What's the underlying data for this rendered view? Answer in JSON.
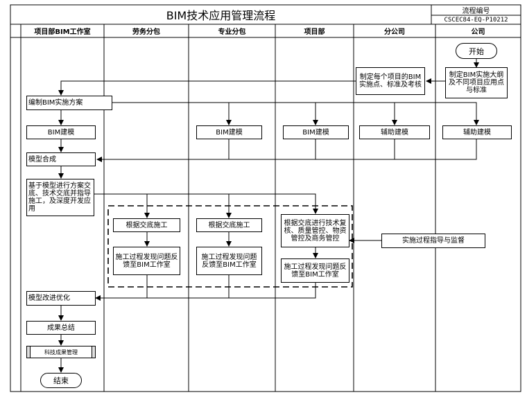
{
  "title": "BIM技术应用管理流程",
  "code_label": "流程编号",
  "code_value": "CSCEC84-EQ-P10212",
  "lanes": [
    "项目部BIM工作室",
    "劳务分包",
    "专业分包",
    "项目部",
    "分公司",
    "公司"
  ],
  "nodes": {
    "start": "开始",
    "company_plan": "制定BIM实施大纲及不同项目应用点与标准",
    "branch_plan": "制定每个项目的BIM实施点、标准及考核",
    "compile_plan": "编制BIM实施方案",
    "bim_model_studio": "BIM建模",
    "bim_model_sub": "BIM建模",
    "bim_model_project": "BIM建模",
    "aux_model_branch": "辅助建模",
    "aux_model_company": "辅助建模",
    "model_merge": "模型合成",
    "model_disclosure": "基于模型进行方案交底、技术交底并指导施工，及深度开发应用",
    "labor_construct": "根据交底施工",
    "sub_construct": "根据交底施工",
    "project_review": "根据交底进行技术复核、质量管控、物资管控及商务管控",
    "labor_feedback": "施工过程发现问题反馈至BIM工作室",
    "sub_feedback": "施工过程发现问题反馈至BIM工作室",
    "project_feedback": "施工过程发现问题反馈至BIM工作室",
    "supervise": "实施过程指导与监督",
    "model_optimize": "模型改进优化",
    "summary": "成果总结",
    "tech_management": "科技成果管理",
    "end": "结束"
  }
}
